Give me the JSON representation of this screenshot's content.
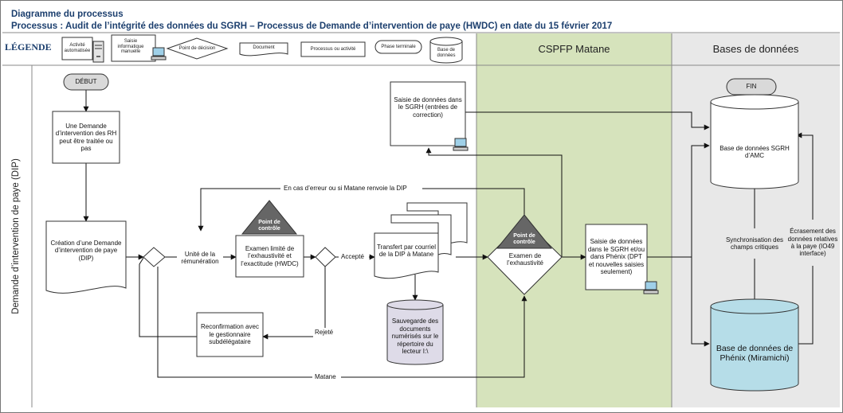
{
  "header": {
    "title": "Diagramme du processus",
    "subtitle": "Processus : Audit de l’intégrité des données du SGRH – Processus de Demande d’intervention de paye (HWDC) en date du 15 février 2017"
  },
  "legend": {
    "label": "LÉGENDE",
    "items": {
      "automated": "Activité automatisée",
      "manual_entry": "Saisie informatique manuelle",
      "decision": "Point de décision",
      "document": "Document",
      "process": "Processus ou activité",
      "terminal": "Phase terminale",
      "database": "Base de données"
    }
  },
  "lanes": {
    "left": "Demande d’intervention de paye (DIP)",
    "middle": "CSPFP Matane",
    "right": "Bases de données"
  },
  "nodes": {
    "start": "DÉBUT",
    "end": "FIN",
    "request": "Une Demande d’intervention des RH peut être traitée ou pas",
    "creation": "Création d’une Demande d’intervention de paye (DIP)",
    "unit": "Unité de la rémunération",
    "control_point": "Point de contrôle",
    "limited_exam": "Examen limité de l’exhaustivité et l’exactitude (HWDC)",
    "transfer": "Transfert par courriel de la DIP à Matane",
    "backup": "Sauvegarde des documents numérisés sur le répertoire du lecteur I:\\",
    "reconfirm": "Reconfirmation avec le gestionnaire subdélégataire",
    "sgrh_entry": "Saisie de données dans le SGRH (entrées de correction)",
    "completeness_exam": "Examen de l’exhaustivité",
    "matane_entry": "Saisie de données dans le SGRH et/ou dans Phénix (DPT et nouvelles saisies seulement)",
    "db_sgrh": "Base de données SGRH d’AMC",
    "db_phenix": "Base de données de Phénix (Miramichi)",
    "sync": "Synchronisation des champs critiques",
    "overwrite": "Écrasement des données relatives à la paye (IO49 interface)"
  },
  "edges": {
    "error_loop": "En cas d’erreur ou si Matane renvoie la DIP",
    "accepted": "Accepté",
    "rejected": "Rejeté",
    "matane": "Matane"
  },
  "colors": {
    "middle_lane": "#d6e3bc",
    "right_lane": "#e8e8e8",
    "header_text": "#1c3f6e",
    "control_triangle": "#666666",
    "phenix_db": "#b6dde8",
    "terminal_fill": "#d9d9d9"
  }
}
